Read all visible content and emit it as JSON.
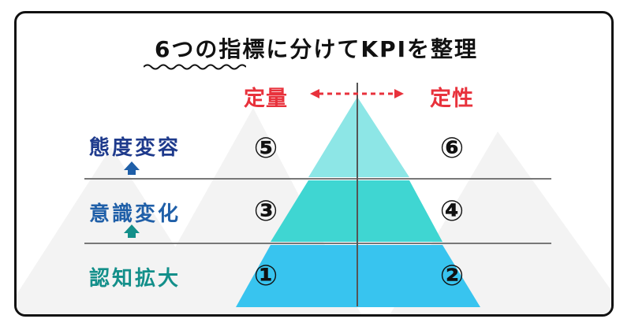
{
  "title": "6つの指標に分けてKPIを整理",
  "axis": {
    "left_label": "定量",
    "right_label": "定性",
    "label_color": "#e8323c",
    "arrow_icon": "double-arrow-dashed"
  },
  "stages": [
    {
      "label": "態度変容",
      "color": "#1e3a8c"
    },
    {
      "label": "意識変化",
      "color": "#1f5fa8"
    },
    {
      "label": "認知拡大",
      "color": "#138f8a"
    }
  ],
  "stage_arrows": [
    {
      "icon": "up-arrow-icon",
      "color": "#1f5fa8"
    },
    {
      "icon": "up-arrow-icon",
      "color": "#138f8a"
    }
  ],
  "tiers": [
    {
      "name": "top",
      "fill": "#8de6e6",
      "left_number": "⑤",
      "right_number": "⑥"
    },
    {
      "name": "middle",
      "fill": "#3fd6d2",
      "left_number": "③",
      "right_number": "④"
    },
    {
      "name": "bottom",
      "fill": "#38c4ef",
      "left_number": "①",
      "right_number": "②"
    }
  ],
  "colors": {
    "border": "#111111",
    "background_mountain": "#f3f3f3",
    "divider": "#777777"
  }
}
